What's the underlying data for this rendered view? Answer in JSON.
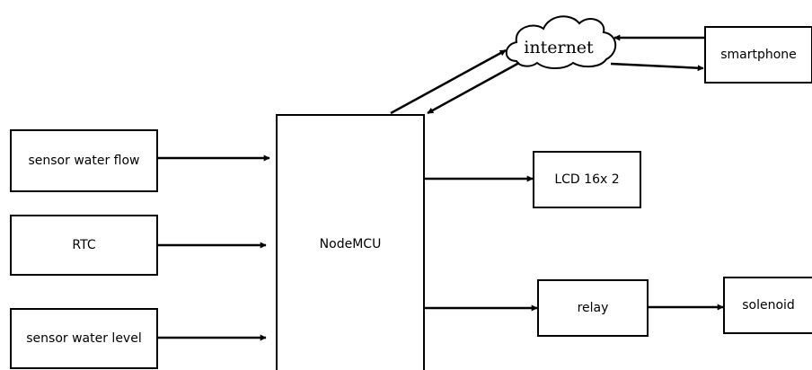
{
  "diagram": {
    "nodes": {
      "sensor_water_flow": "sensor water flow",
      "rtc": "RTC",
      "sensor_water_level": "sensor water level",
      "nodemcu": "NodeMCU",
      "internet": "internet",
      "smartphone": "smartphone",
      "lcd": "LCD 16x 2",
      "relay": "relay",
      "solenoid": "solenoid"
    },
    "edges": [
      {
        "from": "sensor water flow",
        "to": "NodeMCU"
      },
      {
        "from": "RTC",
        "to": "NodeMCU"
      },
      {
        "from": "sensor water level",
        "to": "NodeMCU"
      },
      {
        "from": "NodeMCU",
        "to": "internet"
      },
      {
        "from": "internet",
        "to": "NodeMCU"
      },
      {
        "from": "smartphone",
        "to": "internet"
      },
      {
        "from": "internet",
        "to": "smartphone"
      },
      {
        "from": "NodeMCU",
        "to": "LCD 16x 2"
      },
      {
        "from": "NodeMCU",
        "to": "relay"
      },
      {
        "from": "relay",
        "to": "solenoid"
      }
    ]
  }
}
